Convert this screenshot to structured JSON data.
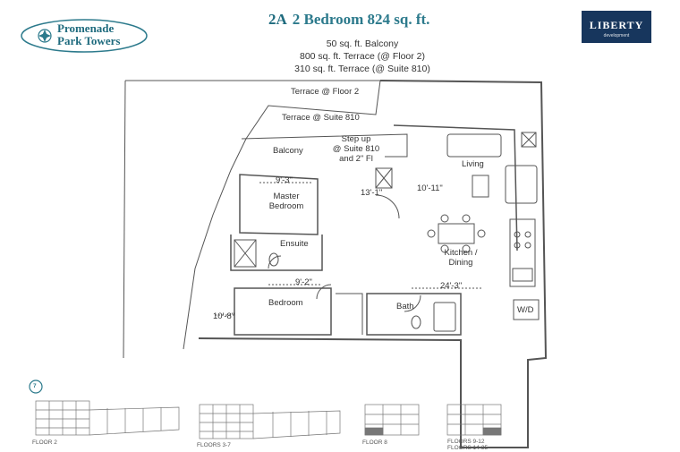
{
  "logo": {
    "line1": "Promenade",
    "line2": "Park Towers"
  },
  "title": {
    "code": "2A",
    "text": "2 Bedroom 824 sq. ft."
  },
  "brand": {
    "name": "LIBERTY",
    "tagline": "development"
  },
  "areas": [
    "50 sq. ft. Balcony",
    "800 sq. ft. Terrace (@ Floor 2)",
    "310 sq. ft. Terrace (@ Suite 810)"
  ],
  "rooms": {
    "terrace_floor2": "Terrace @ Floor 2",
    "terrace_suite810": "Terrace @ Suite 810",
    "balcony": "Balcony",
    "step_up_1": "Step up",
    "step_up_2": "@ Suite 810",
    "step_up_3": "and 2\" Fl",
    "living": "Living",
    "master_1": "Master",
    "master_2": "Bedroom",
    "ensuite": "Ensuite",
    "kitchen_1": "Kitchen /",
    "kitchen_2": "Dining",
    "bedroom": "Bedroom",
    "bath": "Bath",
    "wd": "W/D"
  },
  "dimensions": {
    "master_width": "9'-3\"",
    "master_depth": "13'-1\"",
    "living_width": "10'-11\"",
    "bedroom_width": "9'-2\"",
    "bedroom_depth": "10'-8\"",
    "kitchen_depth": "24'-3\""
  },
  "keyplans": {
    "badge": "7",
    "floor2": "FLOOR 2",
    "floors3_7": "FLOORS 3-7",
    "floor8": "FLOOR 8",
    "floors9_12": "FLOORS 9-12",
    "floors14_35": "FLOORS 14-35"
  },
  "colors": {
    "accent": "#2c7a8c",
    "brand": "#17365d",
    "line": "#555555"
  }
}
